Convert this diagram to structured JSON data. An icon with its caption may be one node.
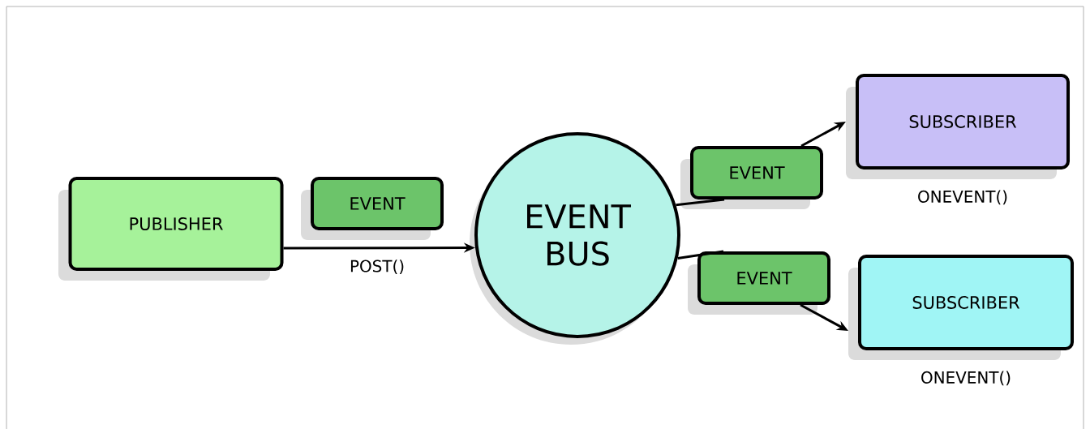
{
  "diagram": {
    "nodes": [
      {
        "text": [
          "PUBLISHER"
        ]
      },
      {
        "text": [
          "EVENT"
        ]
      },
      {
        "text": [
          "EVENT BUS"
        ]
      },
      {
        "text": [
          "EVENT"
        ]
      },
      {
        "text": [
          "EVENT"
        ]
      },
      {
        "text": [
          "SUBSCRIBER"
        ],
        "beside": [
          "ONEVENT()"
        ]
      },
      {
        "text": [
          "SUBSCRIBER"
        ],
        "beside": [
          "ONEVENT()"
        ]
      }
    ],
    "edges": [
      {
        "from": 0,
        "to": 2,
        "arrow": "to",
        "label": "POST()"
      },
      {
        "from": 2,
        "to": 3,
        "arrow": "none"
      },
      {
        "from": 3,
        "to": 5,
        "arrow": "to"
      },
      {
        "from": 2,
        "to": 4,
        "arrow": "none"
      },
      {
        "from": 4,
        "to": 6,
        "arrow": "to"
      }
    ]
  }
}
